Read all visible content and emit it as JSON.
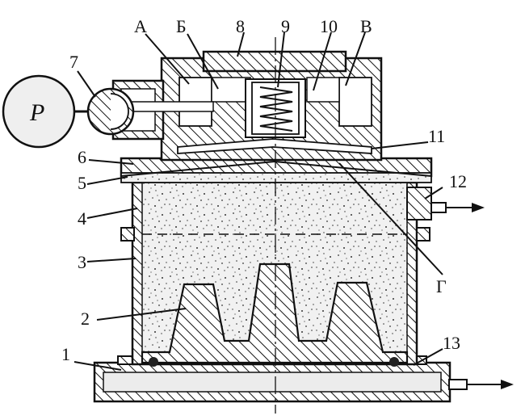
{
  "diagram": {
    "gauge_label": "P",
    "callouts": [
      {
        "id": "A",
        "text": "А"
      },
      {
        "id": "B",
        "text": "Б"
      },
      {
        "id": "V",
        "text": "В"
      },
      {
        "id": "G",
        "text": "Г"
      },
      {
        "id": "n1",
        "text": "1"
      },
      {
        "id": "n2",
        "text": "2"
      },
      {
        "id": "n3",
        "text": "3"
      },
      {
        "id": "n4",
        "text": "4"
      },
      {
        "id": "n5",
        "text": "5"
      },
      {
        "id": "n6",
        "text": "6"
      },
      {
        "id": "n7",
        "text": "7"
      },
      {
        "id": "n8",
        "text": "8"
      },
      {
        "id": "n9",
        "text": "9"
      },
      {
        "id": "n10",
        "text": "10"
      },
      {
        "id": "n11",
        "text": "11"
      },
      {
        "id": "n12",
        "text": "12"
      },
      {
        "id": "n13",
        "text": "13"
      }
    ]
  }
}
